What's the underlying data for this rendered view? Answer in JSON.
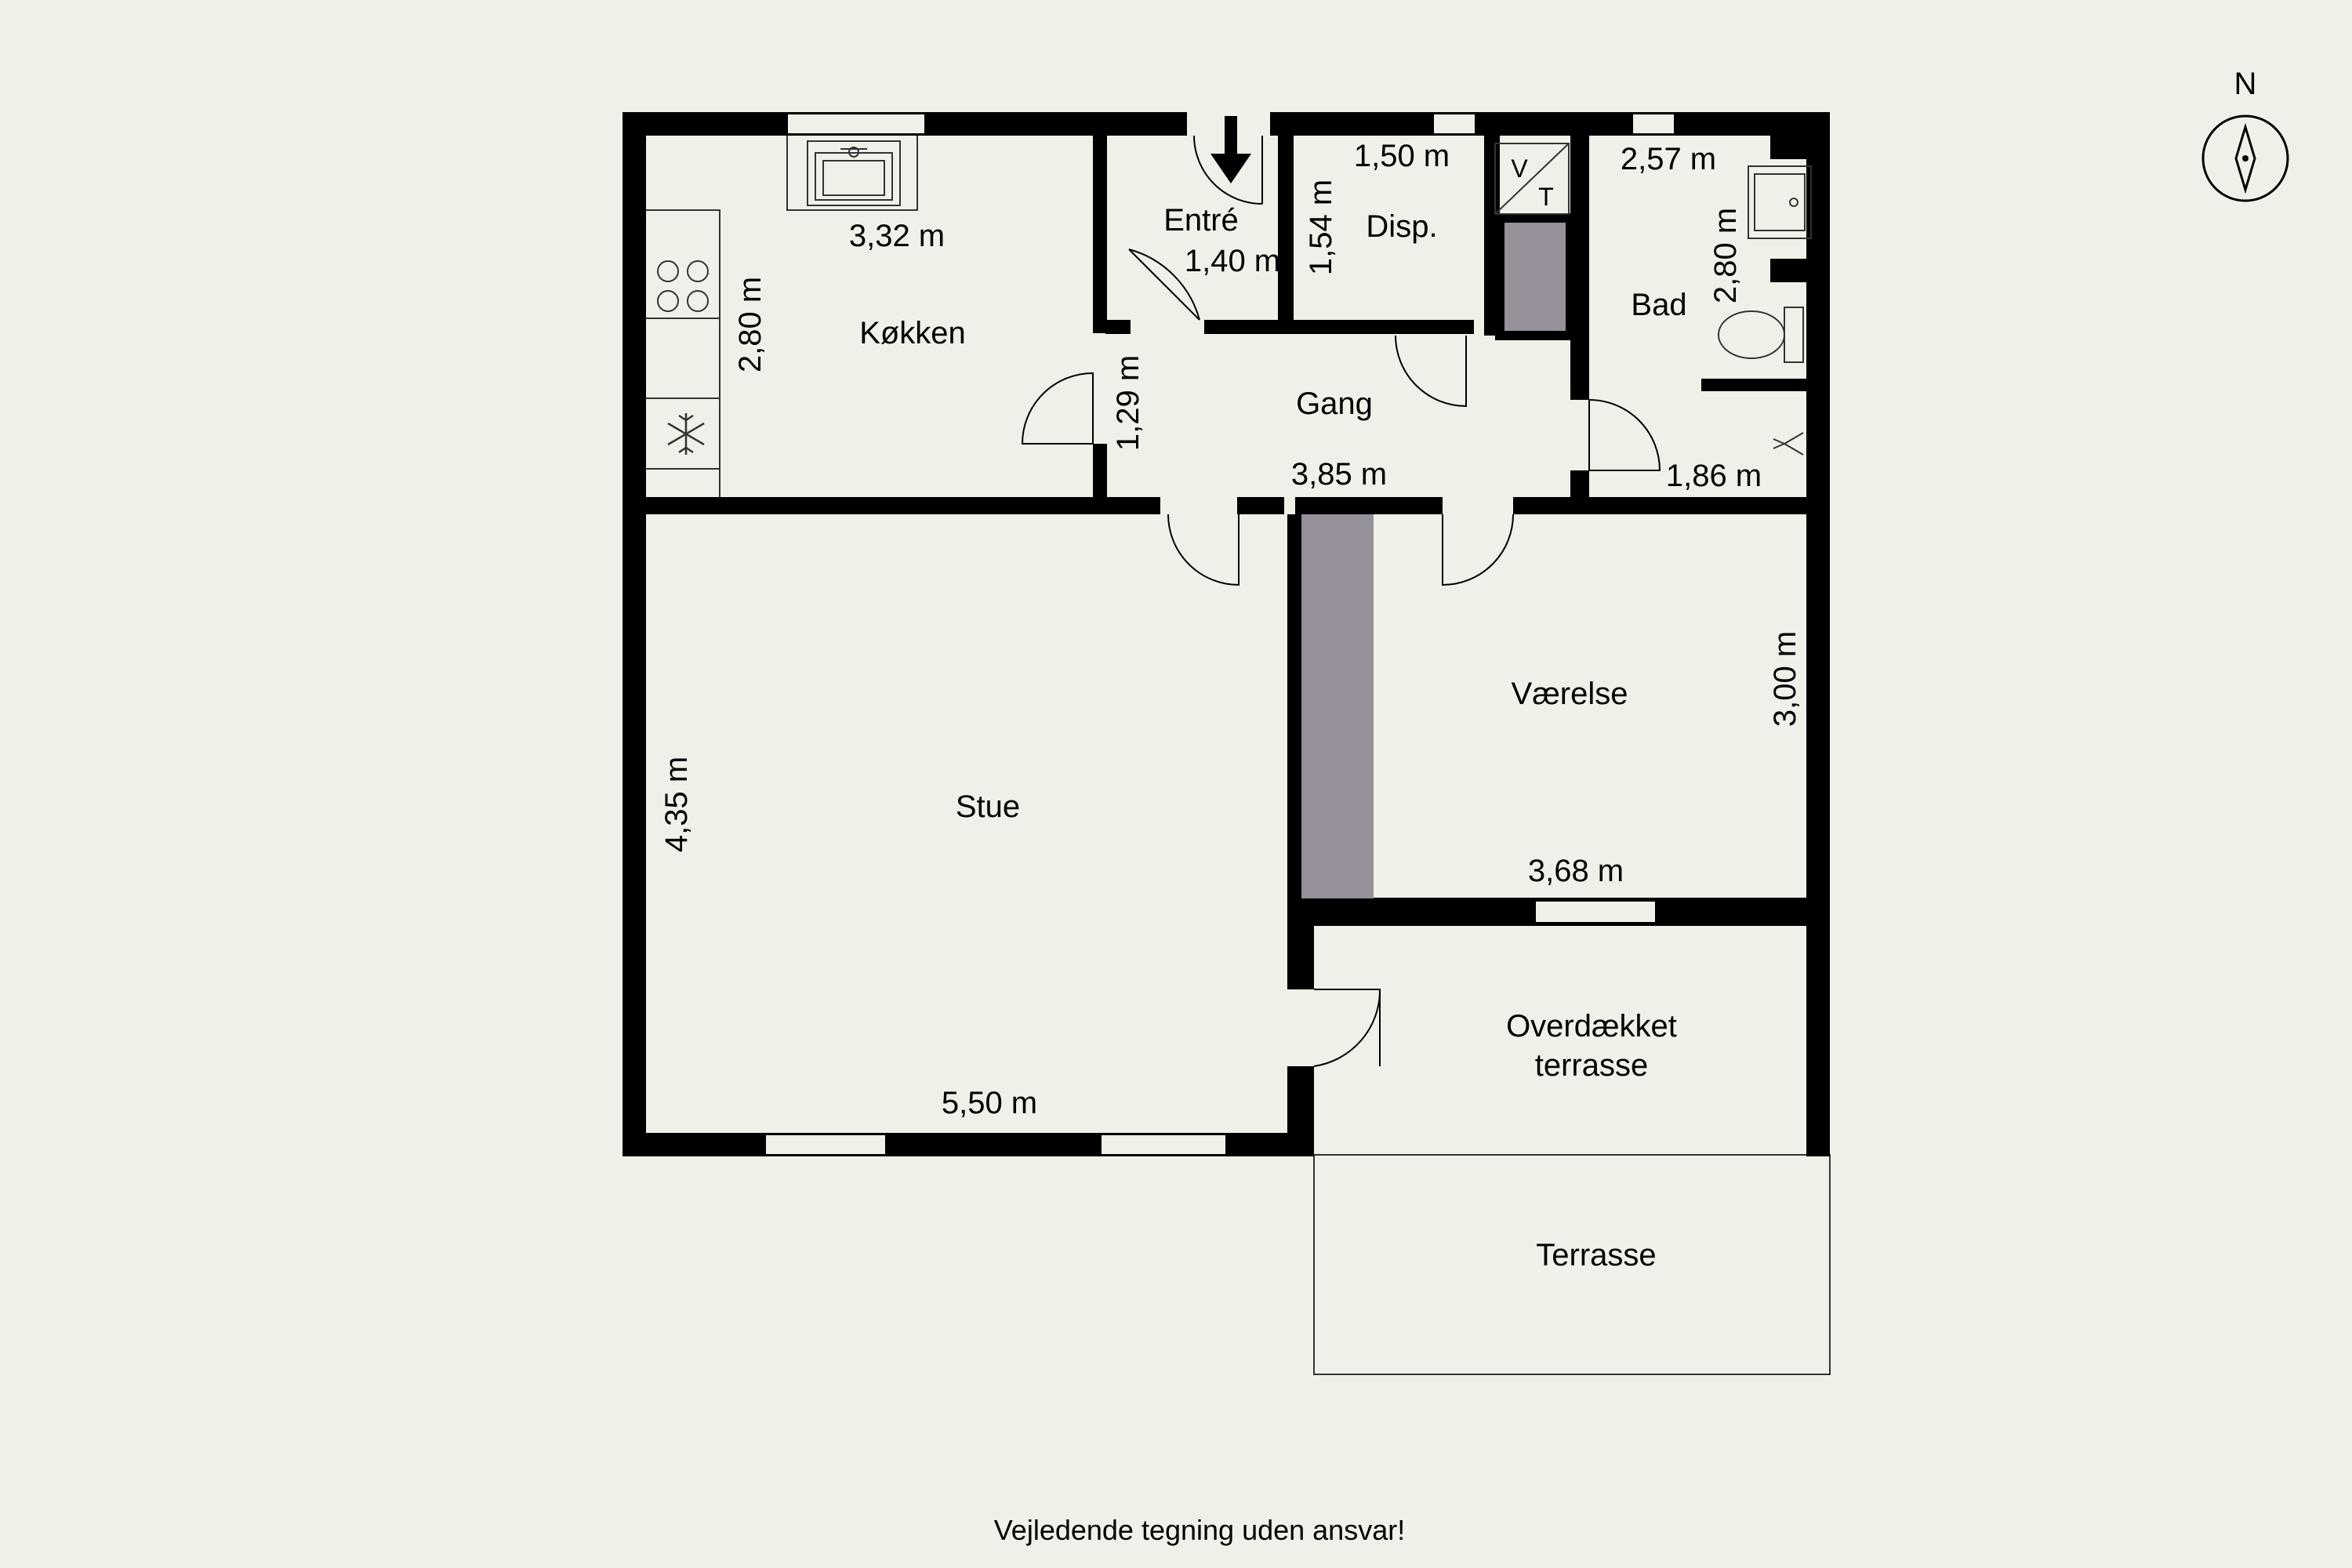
{
  "rooms": {
    "kitchen": "Køkken",
    "entrance": "Entré",
    "pantry": "Disp.",
    "hallway": "Gang",
    "bathroom": "Bad",
    "living": "Stue",
    "bedroom": "Værelse",
    "covered_terrace_line1": "Overdækket",
    "covered_terrace_line2": "terrasse",
    "terrace": "Terrasse"
  },
  "dimensions": {
    "kitchen_width": "3,32 m",
    "kitchen_depth": "2,80 m",
    "entrance_width": "1,40 m",
    "entrance_depth": "1,29 m",
    "pantry_width": "1,50 m",
    "pantry_depth": "1,54 m",
    "bath_width": "2,57 m",
    "bath_depth": "2,80 m",
    "hall_width": "3,85 m",
    "hall_small": "1,86 m",
    "living_width": "5,50 m",
    "living_depth": "4,35 m",
    "bedroom_width": "3,68 m",
    "bedroom_depth": "3,00 m"
  },
  "symbols": {
    "washer": "V",
    "dryer": "T"
  },
  "compass": {
    "north": "N"
  },
  "footer": {
    "disclaimer": "Vejledende tegning uden ansvar!"
  },
  "colors": {
    "background": "#f0f0e8",
    "wall": "#000000",
    "shaft": "#96909a"
  },
  "icons": [
    "sink-icon",
    "stove-icon",
    "fridge-icon",
    "entrance-arrow-icon",
    "toilet-icon",
    "washbasin-icon",
    "shower-icon",
    "compass-icon"
  ]
}
